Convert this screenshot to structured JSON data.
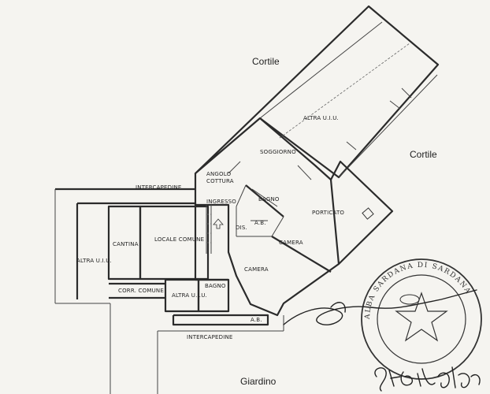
{
  "outdoor": {
    "cortile_top": "Cortile",
    "cortile_right": "Cortile",
    "giardino": "Giardino"
  },
  "rooms": {
    "altra_uiu_top": "ALTRA U.I.U.",
    "soggiorno": "SOGGIORNO",
    "angolo_cottura_1": "ANGOLO",
    "angolo_cottura_2": "COTTURA",
    "intercapedine_top": "INTERCAPEDINE",
    "ingresso": "INGRESSO",
    "bagno_upper": "BAGNO",
    "porticato": "PORTICATO",
    "ab_upper": "A.B.",
    "dis": "DIS.",
    "camera_upper": "CAMERA",
    "camera_lower": "CAMERA",
    "locale_comune": "LOCALE COMUNE",
    "cantina": "CANTINA",
    "altra_uiu_left": "ALTRA U.I.U.",
    "corr_comune": "CORR. COMUNE",
    "altra_uiu_lower": "ALTRA U.I.U.",
    "bagno_lower": "BAGNO",
    "ab_lower": "A.B.",
    "intercapedine_bottom": "INTERCAPEDINE"
  },
  "stamp": {
    "ring_text": "ALBA SARDANA DI SARDANA"
  }
}
